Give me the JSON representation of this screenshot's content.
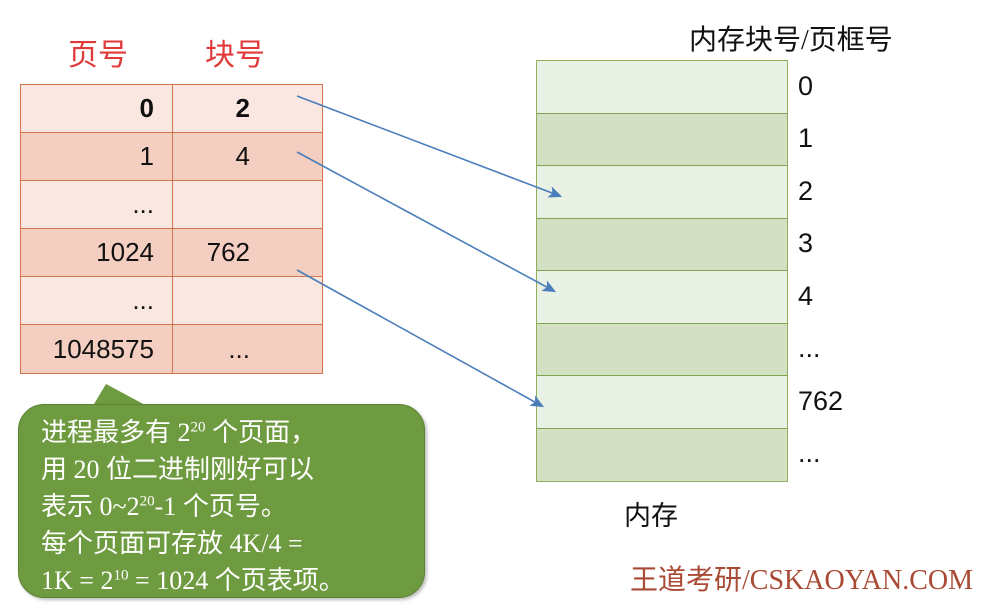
{
  "page_table": {
    "headers": {
      "page_no": "页号",
      "block_no": "块号"
    },
    "header_color": "#E03A3A",
    "rows": [
      {
        "page": "0",
        "block": "2",
        "bold": true
      },
      {
        "page": "1",
        "block": "4",
        "bold": false
      },
      {
        "page": "...",
        "block": "",
        "bold": false
      },
      {
        "page": "1024",
        "block": "762",
        "bold": false
      },
      {
        "page": "...",
        "block": "",
        "bold": false
      },
      {
        "page": "1048575",
        "block": "...",
        "bold": false
      }
    ],
    "colors": {
      "row_light": "#FAE7E2",
      "row_dark": "#F3CEC1",
      "border": "#D2764E"
    }
  },
  "memory": {
    "title": "内存块号/页框号",
    "caption": "内存",
    "labels": [
      "0",
      "1",
      "2",
      "3",
      "4",
      "...",
      "762",
      "..."
    ],
    "colors": {
      "block_light": "#E9F0E4",
      "block_dark": "#D4E0C4",
      "border": "#7FA450"
    }
  },
  "arrows": {
    "color": "#4A7EBB",
    "connections": [
      {
        "from_row": "0",
        "to_block": "2"
      },
      {
        "from_row": "1",
        "to_block": "4"
      },
      {
        "from_row": "1024",
        "to_block": "762"
      }
    ]
  },
  "callout": {
    "background": "#6E9B40",
    "text_color": "#FFFFFF",
    "lines": [
      {
        "pre": "进程最多有 2",
        "sup": "20",
        "post": " 个页面，"
      },
      {
        "pre": "用 20 位二进制刚好可以",
        "sup": "",
        "post": ""
      },
      {
        "pre": "表示 0~2",
        "sup": "20",
        "post": "-1 个页号。"
      },
      {
        "pre": "每个页面可存放 4K/4 =",
        "sup": "",
        "post": ""
      },
      {
        "pre": "1K = 2",
        "sup": "10",
        "post": " = 1024 个页表项。"
      }
    ]
  },
  "watermark": {
    "text": "王道考研/CSKAOYAN.COM",
    "color": "#A94A34"
  }
}
